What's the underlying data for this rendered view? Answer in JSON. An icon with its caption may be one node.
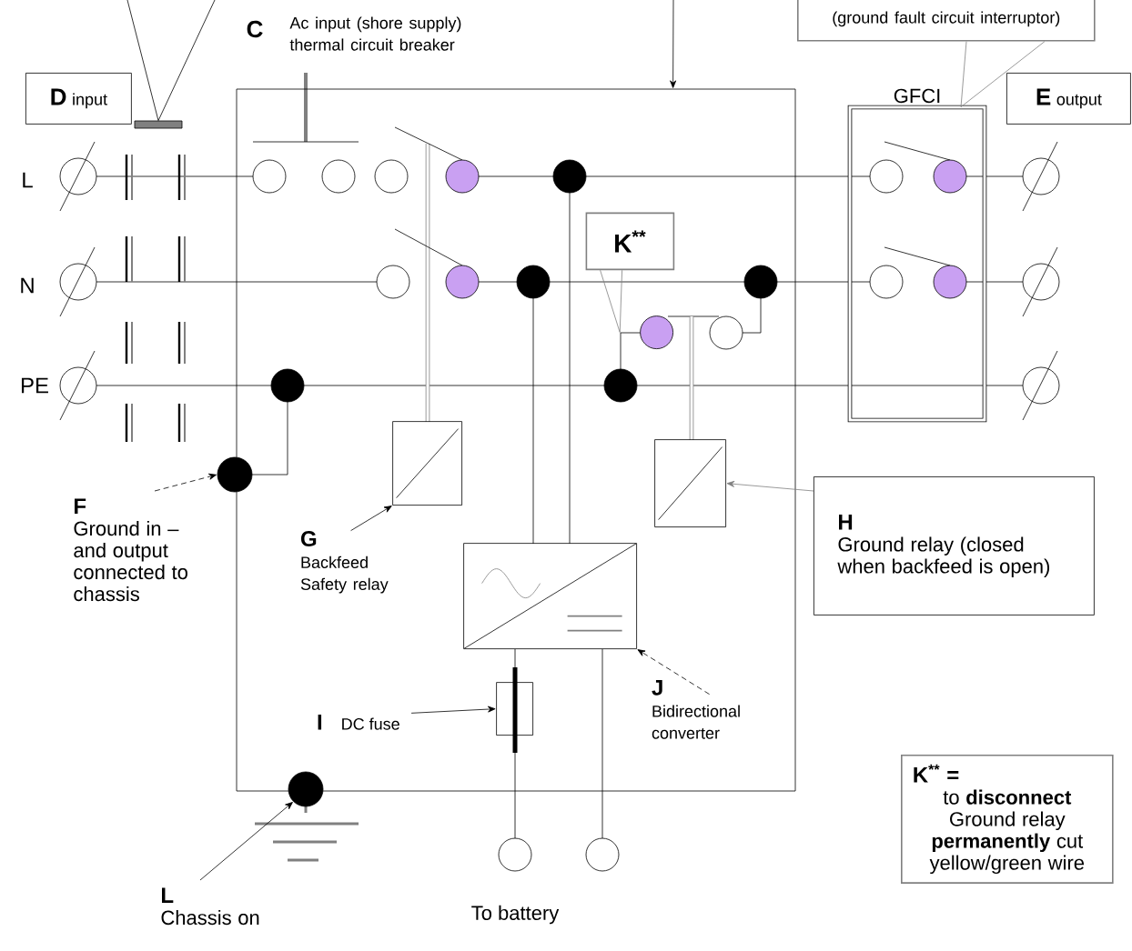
{
  "diagram": {
    "nodes": [
      {
        "text": [
          "(ground fault circuit interruptor)"
        ]
      },
      {
        "text": [
          "D",
          "input"
        ]
      },
      {
        "text": [],
        "shape": "box"
      },
      {
        "text": [
          "GFCI"
        ]
      },
      {
        "text": [
          "E",
          "output"
        ]
      },
      {
        "text": [
          "K$^{**}$"
        ],
        "in": 2
      },
      {
        "text": [],
        "shape": "circle",
        "in": 2
      },
      {
        "text": [],
        "shape": "circle"
      },
      {
        "text": [],
        "shape": "box",
        "in": 2
      },
      {
        "text": [],
        "shape": "box",
        "in": 2
      },
      {
        "text": [
          "H",
          "Ground relay (closed when backfeed is open)"
        ]
      },
      {
        "text": [],
        "shape": "box",
        "in": 2
      },
      {
        "text": [],
        "shape": "box",
        "in": 2
      },
      {
        "text": [],
        "shape": "circle"
      },
      {
        "text": [
          "F",
          "Ground in – and output connected to chassis"
        ]
      },
      {
        "text": [
          "G",
          "Backfeed Safety relay"
        ],
        "in": 2
      },
      {
        "text": [
          "I",
          "DC fuse"
        ],
        "in": 2
      },
      {
        "text": [
          "J",
          "Bidirectional converter"
        ],
        "in": 2
      },
      {
        "text": [
          "L",
          "Chassis on"
        ]
      },
      {
        "text": [
          "K$^{**}$ =",
          "to **disconnect** Ground relay **permanently** cut yellow/green wire"
        ]
      },
      {
        "text": [],
        "shape": "bar"
      }
    ],
    "edges": [
      {
        "from": 0,
        "to": 3,
        "arrow": "none",
        "color": "#808080"
      },
      {
        "from": 5,
        "to": 6,
        "arrow": "none",
        "color": "#808080"
      },
      {
        "from": 10,
        "to": 9,
        "arrow": "to",
        "color": "#808080"
      },
      {
        "from": 15,
        "to": 8,
        "arrow": "to"
      },
      {
        "from": 17,
        "to": 11,
        "arrow": "to",
        "style": "dashed"
      },
      {
        "from": 16,
        "to": 12,
        "arrow": "to"
      },
      {
        "from": 14,
        "to": 7,
        "arrow": "to",
        "style": "dashed"
      },
      {
        "from": 18,
        "to": 13,
        "arrow": "to"
      },
      {
        "from": null,
        "to": 2,
        "arrow": "to"
      },
      {
        "from": null,
        "to": 20,
        "arrow": "none"
      },
      {
        "from": null,
        "to": 20,
        "arrow": "none"
      }
    ],
    "labels": [
      "C",
      "Ac input (shore supply) thermal circuit breaker",
      "L",
      "N",
      "PE",
      "To battery"
    ]
  }
}
